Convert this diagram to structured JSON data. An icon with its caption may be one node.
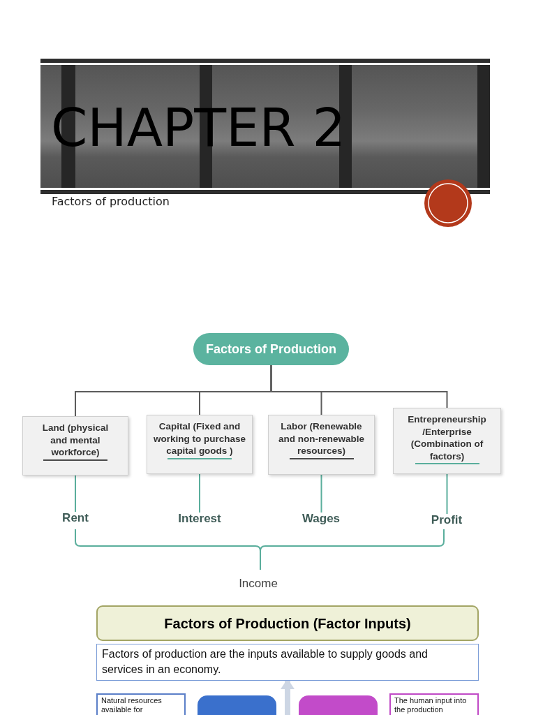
{
  "diagram": {
    "title": "CHAPTER 2",
    "nodes": [
      {
        "text": [
          "Factors of Production"
        ]
      },
      {
        "text": [
          "Land (physical and mental workforce)"
        ]
      },
      {
        "text": [
          "Capital (Fixed and working to purchase capital goods )"
        ]
      },
      {
        "text": [
          "Labor (Renewable and non-renewable resources)"
        ]
      },
      {
        "text": [
          "Entrepreneurship /Enterprise (Combination of factors)"
        ]
      },
      {
        "text": [
          "Rent"
        ]
      },
      {
        "text": [
          "Interest"
        ]
      },
      {
        "text": [
          "Wages"
        ]
      },
      {
        "text": [
          "Profit"
        ]
      },
      {
        "text": [
          "Factors of Production (Factor Inputs)"
        ]
      },
      {
        "text": [
          "Factors of production are the inputs available to supply goods and services in an economy."
        ]
      },
      {
        "text": [
          "Natural resources available for"
        ]
      },
      {
        "text": [],
        "shape": "box"
      },
      {
        "text": [],
        "shape": "box"
      },
      {
        "text": [
          "The human input into the production"
        ]
      }
    ],
    "edges": [
      {
        "from": 0,
        "to": 1,
        "arrow": "none"
      },
      {
        "from": 0,
        "to": 2,
        "arrow": "none"
      },
      {
        "from": 0,
        "to": 3,
        "arrow": "none"
      },
      {
        "from": 0,
        "to": 4,
        "arrow": "none"
      },
      {
        "from": 1,
        "to": 5,
        "arrow": "none",
        "color": "#5aae9c"
      },
      {
        "from": 2,
        "to": 6,
        "arrow": "none",
        "color": "#5aae9c"
      },
      {
        "from": 3,
        "to": 7,
        "arrow": "none",
        "color": "#5aae9c"
      },
      {
        "from": 4,
        "to": 8,
        "arrow": "none",
        "color": "#5aae9c"
      },
      {
        "from": null,
        "to": 10,
        "arrow": "to",
        "style": "thick",
        "color": "#cdd6e4"
      }
    ],
    "labels": [
      "Factors of production",
      "Income"
    ]
  }
}
